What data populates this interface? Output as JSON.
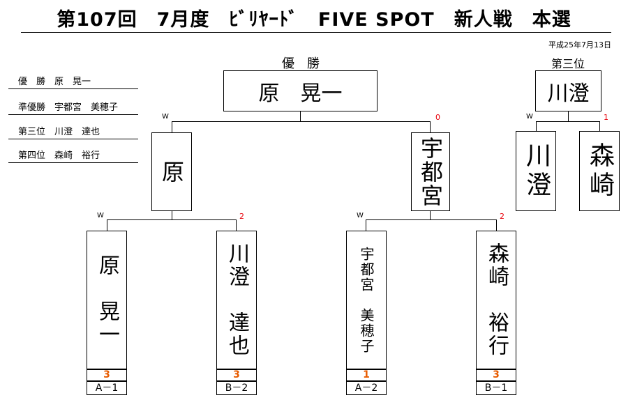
{
  "title": "第107回　7月度　ﾋﾞﾘﾔｰﾄﾞ　FIVE SPOT　新人戦　本選",
  "date": "平成25年7月13日",
  "results": [
    {
      "rank": "優　勝",
      "name": "原　晃一"
    },
    {
      "rank": "準優勝",
      "name": "宇都宮　美穂子"
    },
    {
      "rank": "第三位",
      "name": "川澄　達也"
    },
    {
      "rank": "第四位",
      "name": "森崎　裕行"
    }
  ],
  "champion": {
    "label": "優　勝",
    "name": "原　晃一"
  },
  "final": {
    "left": {
      "name": "原",
      "mark": "W"
    },
    "right": {
      "name": "宇都宮",
      "mark": "0"
    }
  },
  "third_place": {
    "label": "第三位",
    "winner": "川澄",
    "left": {
      "name": "川澄",
      "mark": "W"
    },
    "right": {
      "name": "森崎",
      "mark": "1"
    }
  },
  "semis": [
    {
      "name": "原　晃一",
      "mark": "W",
      "score": "3",
      "code": "A－1"
    },
    {
      "name": "川澄　達也",
      "mark": "2",
      "score": "3",
      "code": "B－2"
    },
    {
      "name": "宇都宮　美穂子",
      "mark": "W",
      "score": "1",
      "code": "A－2"
    },
    {
      "name": "森崎　裕行",
      "mark": "2",
      "score": "3",
      "code": "B－1"
    }
  ]
}
